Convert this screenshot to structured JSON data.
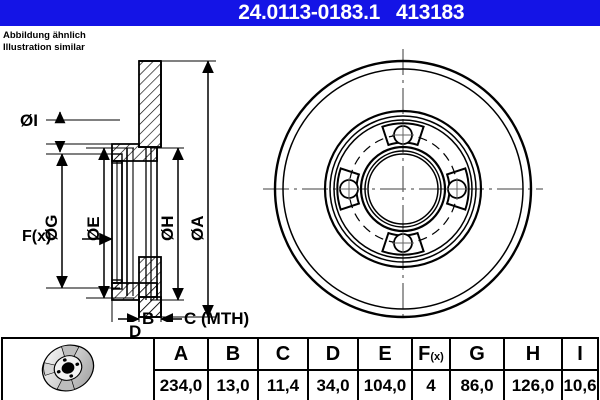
{
  "header": {
    "part_number": "24.0113-0183.1",
    "reference_number": "413183",
    "background_color": "#1414e6",
    "text_color": "#ffffff"
  },
  "caption": {
    "line_de": "Abbildung ähnlich",
    "line_en": "Illustration similar"
  },
  "drawing": {
    "section_view": {
      "labels": [
        {
          "id": "dia-I",
          "text": "ØI"
        },
        {
          "id": "dia-G",
          "text": "ØG"
        },
        {
          "id": "dia-E",
          "text": "ØE"
        },
        {
          "id": "dia-H",
          "text": "ØH"
        },
        {
          "id": "dia-A",
          "text": "ØA"
        },
        {
          "id": "f-x",
          "text": "F(x)"
        },
        {
          "id": "dim-B",
          "text": "B"
        },
        {
          "id": "dim-C",
          "text": "C (MTH)"
        },
        {
          "id": "dim-D",
          "text": "D"
        }
      ]
    },
    "front_view": {
      "bolt_hole_count": 4,
      "pocket_count": 4
    }
  },
  "spec_table": {
    "headers": [
      "A",
      "B",
      "C",
      "D",
      "E",
      "F(x)",
      "G",
      "H",
      "I"
    ],
    "fx_header_base": "F",
    "fx_header_sub": "(x)",
    "values": [
      "234,0",
      "13,0",
      "11,4",
      "34,0",
      "104,0",
      "4",
      "86,0",
      "126,0",
      "10,6"
    ],
    "thumbnail_alt": "brake-disc-photo"
  }
}
